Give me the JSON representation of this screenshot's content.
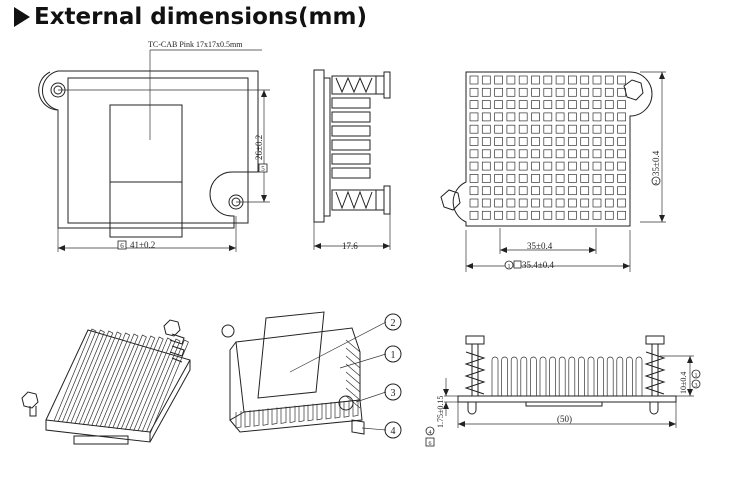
{
  "title": "External dimensions(mm)",
  "top_left": {
    "callout": "TC-CAB Pink 17x17x0.5mm",
    "dim_width": "41±0.2",
    "dim_width_ref": "6",
    "dim_height": "26±0.2",
    "dim_height_ref": "5"
  },
  "side_view": {
    "dim_height": "17.6"
  },
  "top_right": {
    "dim_inner": "35±0.4",
    "dim_outer": "35.4±0.4",
    "dim_outer_ref": "1",
    "dim_side": "35±0.4",
    "dim_side_ref": "2"
  },
  "exploded": {
    "callouts": [
      "2",
      "1",
      "3",
      "4"
    ]
  },
  "bottom_right": {
    "dim_base": "(50)",
    "dim_base_thk": "1.75±0.15",
    "dim_base_refs": [
      "4",
      "6"
    ],
    "dim_fin": "10±0.4",
    "dim_fin_refs": [
      "1",
      "3"
    ]
  }
}
